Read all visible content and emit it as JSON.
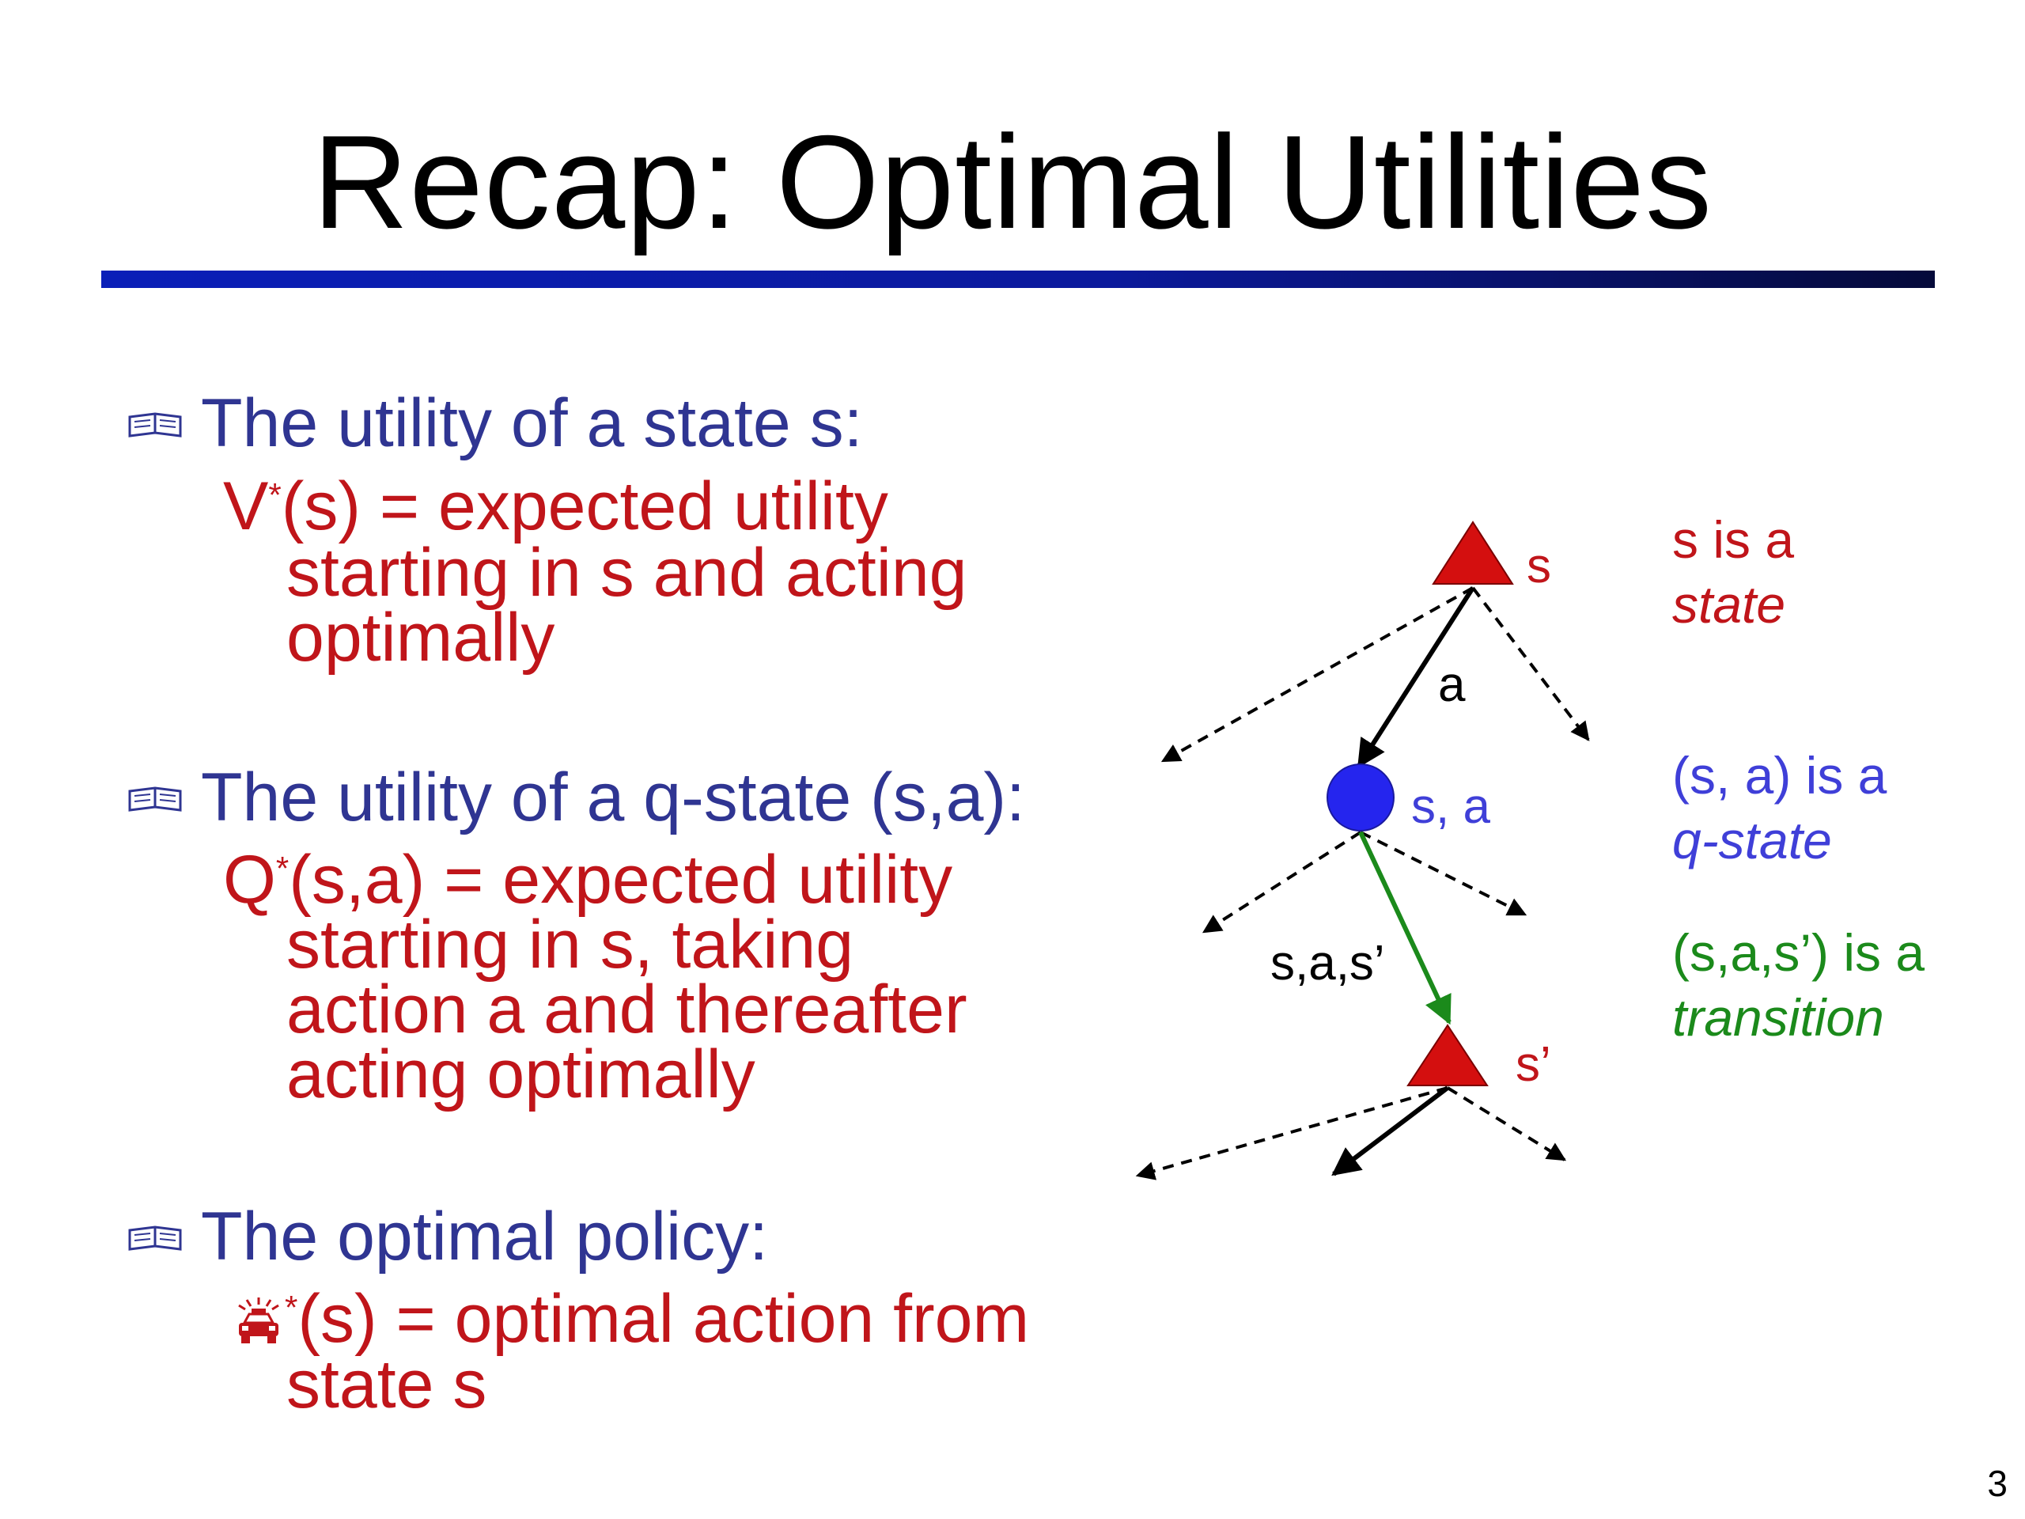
{
  "slide": {
    "title": "Recap: Optimal Utilities",
    "page_number": "3",
    "colors": {
      "bullet": "#2f3592",
      "definition": "#c0151a",
      "state": "#c0151a",
      "qstate": "#3f3fd8",
      "transition": "#1b8a1b",
      "rule": "#0b1a9c"
    }
  },
  "bullets": [
    {
      "icon": "book-icon",
      "text": "The utility of a state s:",
      "def_prefix": "V",
      "def_sup": "*",
      "def_rest": "(s) = expected utility",
      "def_lines": [
        "starting in s and acting",
        "optimally"
      ]
    },
    {
      "icon": "book-icon",
      "text": "The utility of a q-state (s,a):",
      "def_prefix": "Q",
      "def_sup": "*",
      "def_rest": "(s,a) = expected utility",
      "def_lines": [
        "starting in s, taking",
        "action a and thereafter",
        "acting optimally"
      ]
    },
    {
      "icon": "book-icon",
      "text": "The optimal policy:",
      "def_prefix_icon": "police-car-icon",
      "def_sup": "*",
      "def_rest": "(s) = optimal action from",
      "def_lines": [
        "state s"
      ]
    }
  ],
  "diagram": {
    "node_labels": {
      "state": "s",
      "qstate": "s, a",
      "next_state": "s’"
    },
    "edge_labels": {
      "action": "a",
      "transition": "s,a,s’"
    },
    "legend": {
      "state_line1": "s is a",
      "state_line2": "state",
      "qstate_line1": "(s, a) is a",
      "qstate_line2": "q-state",
      "transition_line1": "(s,a,s’) is a",
      "transition_line2": "transition"
    }
  }
}
